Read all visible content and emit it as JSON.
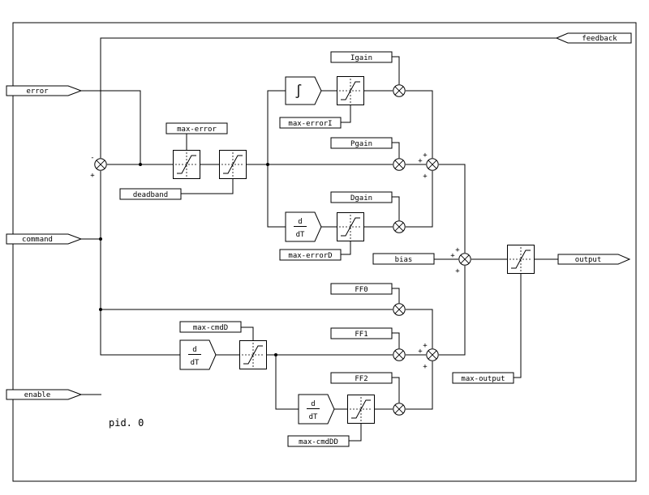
{
  "colors": {
    "background": "#ffffff",
    "line": "#000000"
  },
  "instance_label": "pid. 0",
  "ports": {
    "error": "error",
    "command": "command",
    "enable": "enable",
    "feedback": "feedback",
    "output": "output"
  },
  "params": {
    "igain": "Igain",
    "pgain": "Pgain",
    "dgain": "Dgain",
    "ff0": "FF0",
    "ff1": "FF1",
    "ff2": "FF2",
    "bias": "bias",
    "max_error": "max-error",
    "deadband": "deadband",
    "max_error_i": "max-errorI",
    "max_error_d": "max-errorD",
    "max_cmd_d": "max-cmdD",
    "max_cmd_dd": "max-cmdDD",
    "max_output": "max-output"
  },
  "operators": {
    "integrator": "∫",
    "derivative_numerator": "d",
    "derivative_denominator": "dT",
    "plus": "+",
    "minus": "-"
  }
}
